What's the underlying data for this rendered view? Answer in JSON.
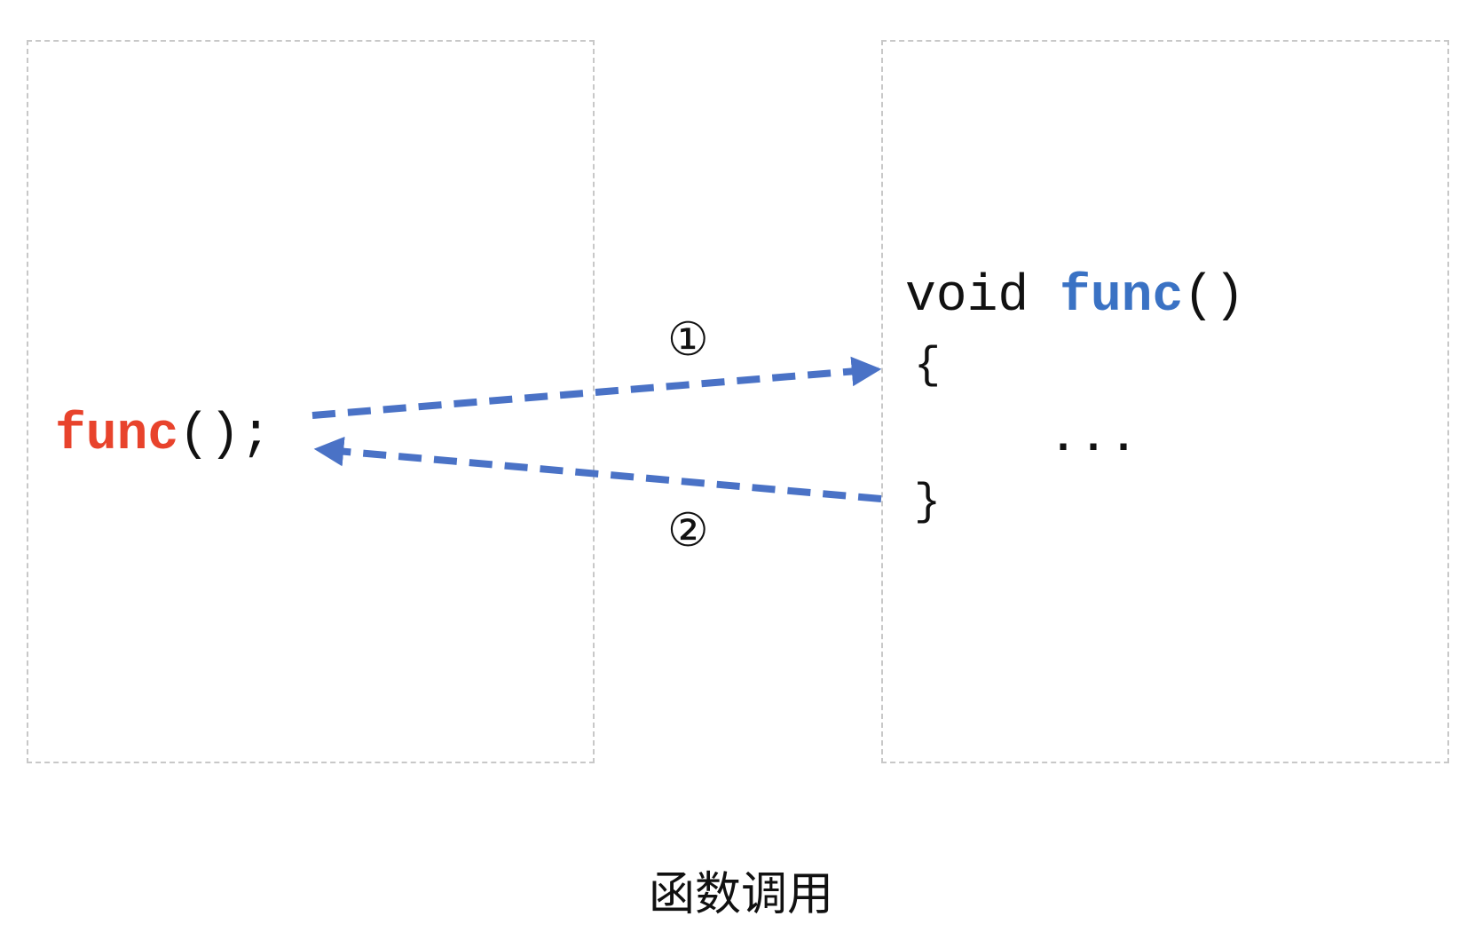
{
  "caller": {
    "func_name": "func",
    "call_suffix": "();"
  },
  "callee": {
    "return_type": "void",
    "func_name": "func",
    "params": "()",
    "open_brace": "{",
    "body": "...",
    "close_brace": "}"
  },
  "steps": {
    "call": "①",
    "return": "②"
  },
  "caption": "函数调用",
  "colors": {
    "caller_func": "#e8432c",
    "callee_func": "#3a72c4",
    "arrow": "#4a72c6",
    "box_border": "#c8c8c8"
  }
}
